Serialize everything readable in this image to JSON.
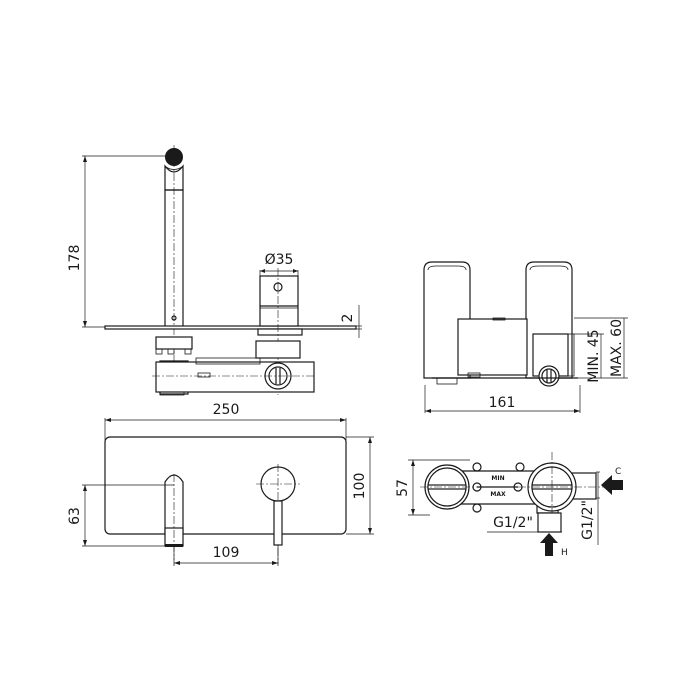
{
  "drawing": {
    "subject": "Wall-mounted basin mixer technical drawing",
    "colors": {
      "line": "#1a1a1a",
      "background": "#ffffff"
    }
  },
  "side_view": {
    "dim_height": "178",
    "dim_handle_diameter": "Ø35",
    "dim_plate_thickness": "2"
  },
  "end_view": {
    "dim_width": "161",
    "dim_min_depth": "MIN. 45",
    "dim_max_depth": "MAX. 60"
  },
  "front_view": {
    "dim_plate_width": "250",
    "dim_plate_height": "100",
    "dim_spout_height": "63",
    "dim_centers": "109"
  },
  "body_top_view": {
    "dim_depth": "57",
    "label_min": "MIN",
    "label_max": "MAX",
    "thread_hot": "G1/2\"",
    "thread_cold": "G1/2\"",
    "inlet_hot": "H",
    "inlet_cold": "C"
  }
}
